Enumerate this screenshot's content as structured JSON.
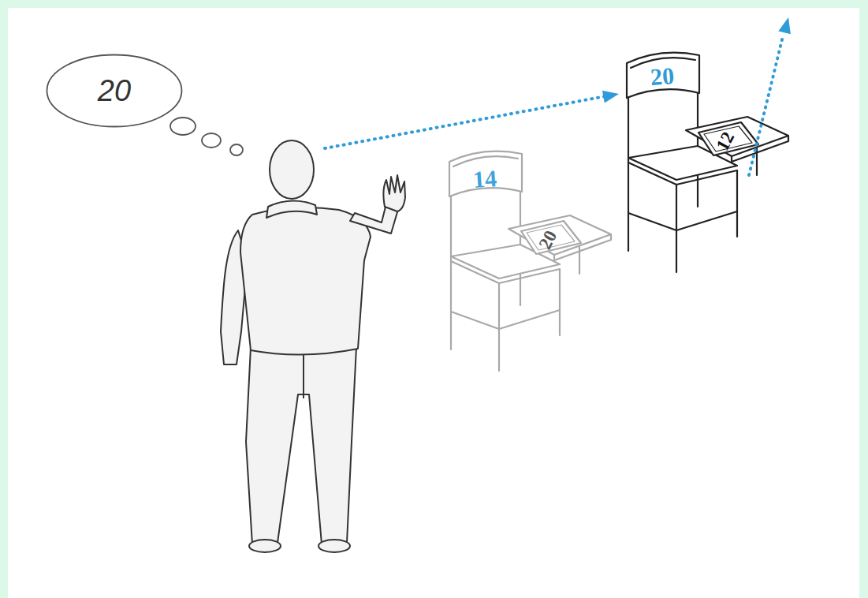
{
  "diagram": {
    "nodes": [
      {
        "text": [
          "20"
        ]
      },
      {
        "text": [
          "14",
          "20"
        ]
      },
      {
        "text": [
          "20",
          "12"
        ]
      }
    ]
  }
}
